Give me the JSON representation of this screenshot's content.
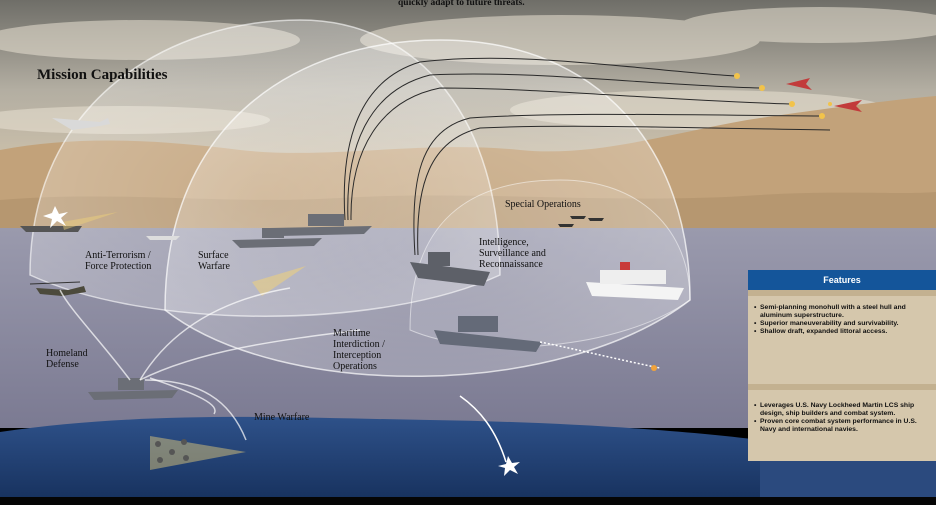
{
  "intro_text": "quickly adapt to future threats.",
  "title": "Mission Capabilities",
  "labels": {
    "special_operations": "Special Operations",
    "intelligence": [
      "Intelligence,",
      "Surveillance and",
      "Reconnaissance"
    ],
    "anti_terrorism": [
      "Anti-Terrorism /",
      "Force Protection"
    ],
    "surface_warfare": [
      "Surface",
      "Warfare"
    ],
    "maritime": [
      "Maritime",
      "Interdiction /",
      "Interception",
      "Operations"
    ],
    "homeland_defense": [
      "Homeland",
      "Defense"
    ],
    "mine_warfare": "Mine Warfare"
  },
  "features": {
    "heading": "Features",
    "group1": [
      "Semi-planning monohull with a steel hull and aluminum superstructure.",
      "Superior maneuverability and survivability.",
      "Shallow draft, expanded littoral access."
    ],
    "group2": [
      "Leverages U.S. Navy Lockheed Martin LCS ship design, ship builders and combat system.",
      "Proven core combat system performance in U.S. Navy and international navies."
    ]
  },
  "colors": {
    "sky": "#8d8c85",
    "desert": "#c5a57d",
    "sea": "#8c8da3",
    "deep_sea": "#1e4278",
    "dome": "#ffffff",
    "features_bg": "#d5c7ac",
    "features_header": "#14559a"
  }
}
